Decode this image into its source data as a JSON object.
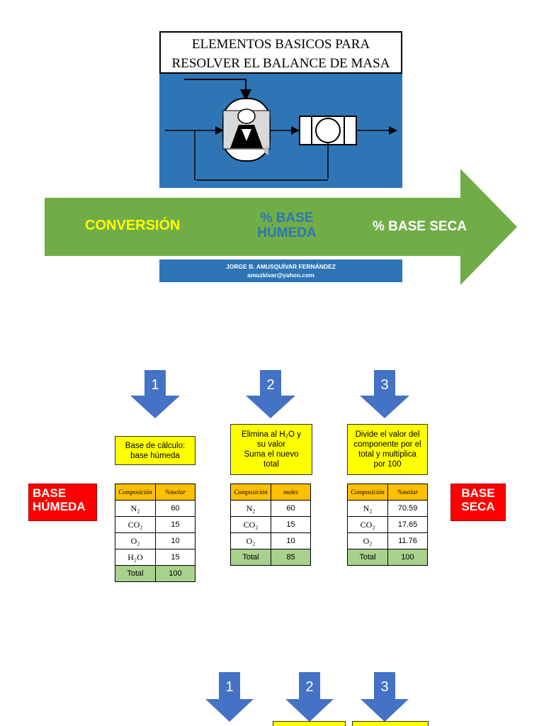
{
  "slide1": {
    "title_lines": [
      "ELEMENTOS BASICOS PARA",
      "RESOLVER EL BALANCE DE MASA"
    ],
    "arrow": {
      "conversion": "CONVERSIÓN",
      "base_humeda": "% BASE HÚMEDA",
      "base_seca": "% BASE SECA"
    },
    "author": {
      "name": "JORGE B. AMUSQUÍVAR FERNÁNDEZ",
      "email": "amuzkivar@yahoo.com"
    }
  },
  "slide2": {
    "steps": [
      {
        "number": "1",
        "note": [
          "Base de cálculo:",
          "base húmeda"
        ]
      },
      {
        "number": "2",
        "note": [
          "Elimina al H₂O y",
          "su valor",
          "Suma el nuevo",
          "total"
        ]
      },
      {
        "number": "3",
        "note": [
          "Divide el valor del",
          "componente por el",
          "total y multiplica",
          "por 100"
        ]
      }
    ],
    "left_label": [
      "BASE",
      "HÚMEDA"
    ],
    "right_label": [
      "BASE",
      "SECA"
    ],
    "tables": [
      {
        "headers": [
          "Composición",
          "%molar"
        ],
        "rows": [
          [
            "N₂",
            "60"
          ],
          [
            "CO₂",
            "15"
          ],
          [
            "O₂",
            "10"
          ],
          [
            "H₂O",
            "15"
          ]
        ],
        "total": [
          "Total",
          "100"
        ]
      },
      {
        "headers": [
          "Composición",
          "moles"
        ],
        "rows": [
          [
            "N₂",
            "60"
          ],
          [
            "CO₂",
            "15"
          ],
          [
            "O₂",
            "10"
          ]
        ],
        "total": [
          "Total",
          "85"
        ]
      },
      {
        "headers": [
          "Composición",
          "%molar"
        ],
        "rows": [
          [
            "N₂",
            "70.59"
          ],
          [
            "CO₂",
            "17.65"
          ],
          [
            "O₂",
            "11.76"
          ]
        ],
        "total": [
          "Total",
          "100"
        ]
      }
    ]
  },
  "slide3": {
    "steps": [
      {
        "number": "1"
      },
      {
        "number": "2"
      },
      {
        "number": "3"
      }
    ]
  },
  "colors": {
    "blue": "#4472c4",
    "diagram_blue": "#2e75b6",
    "green": "#70ad47",
    "yellow": "#ffff00",
    "red": "#ff0000",
    "orange": "#ffc000",
    "light_green": "#a9d18e"
  }
}
